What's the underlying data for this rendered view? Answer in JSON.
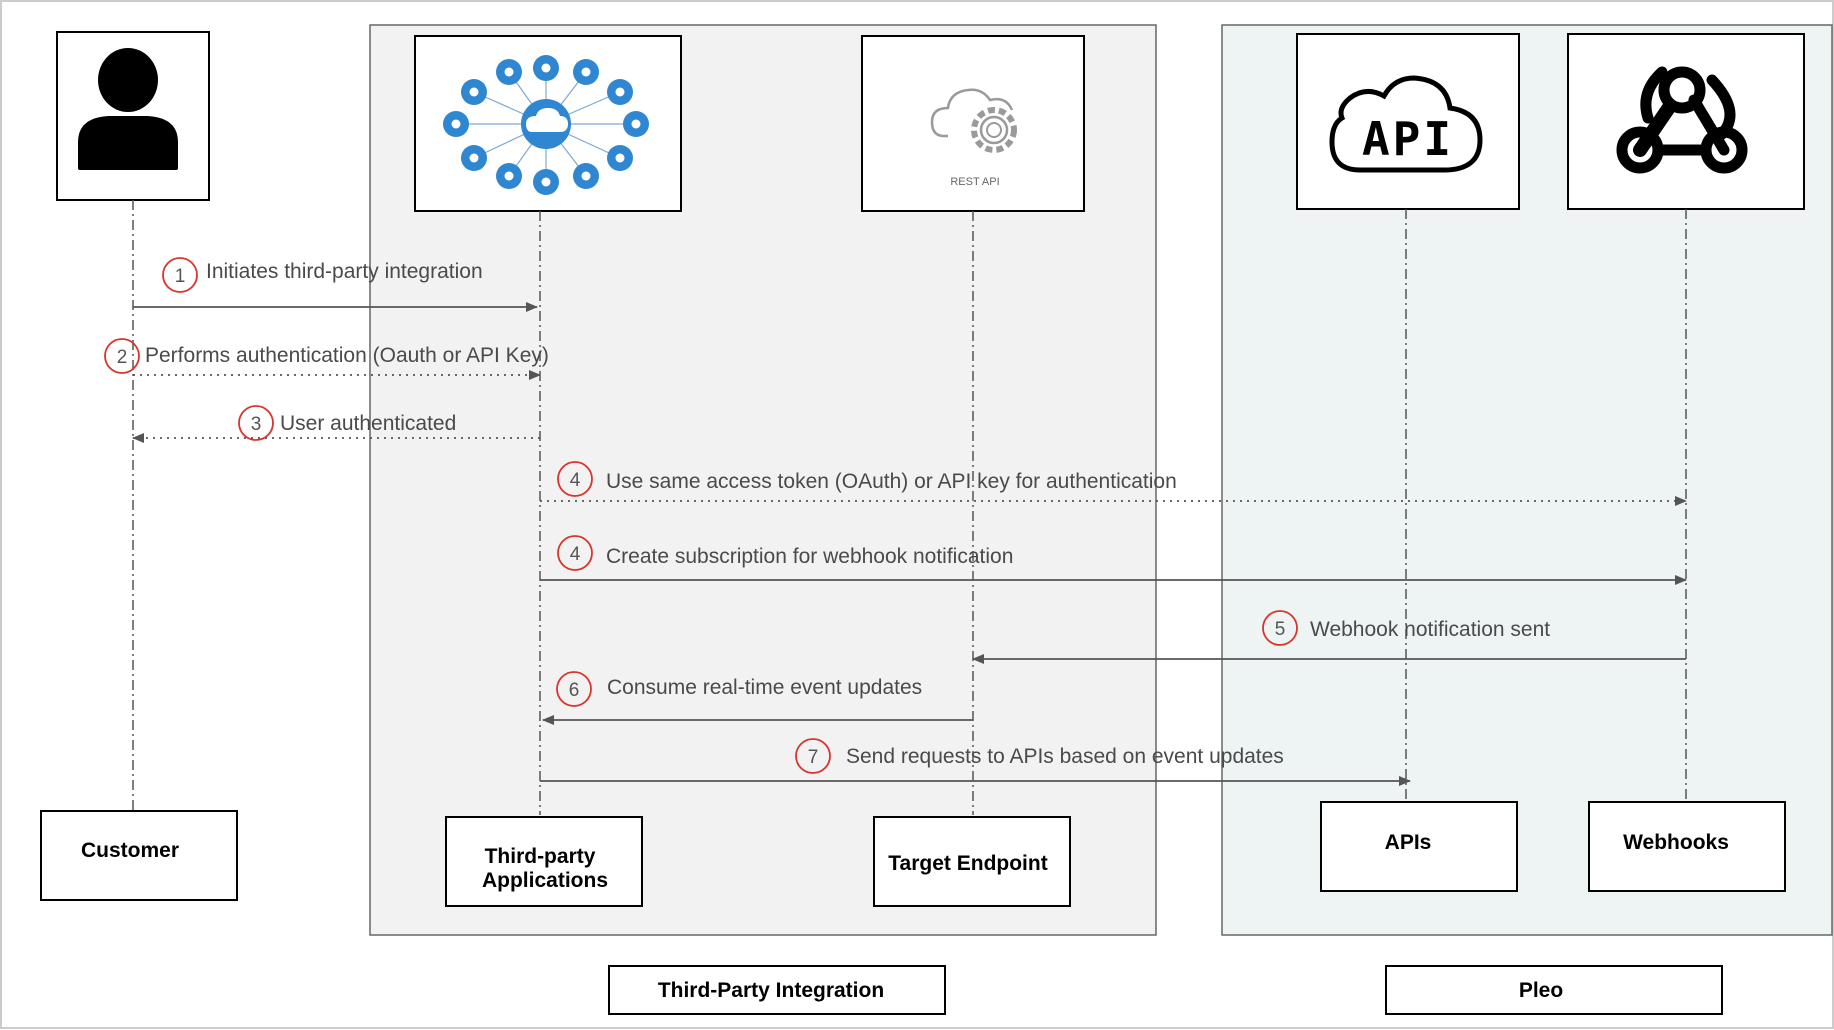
{
  "groups": [
    {
      "id": "third-party-integration",
      "label": "Third-Party Integration",
      "fill": "#f2f2f2"
    },
    {
      "id": "pleo",
      "label": "Pleo",
      "fill": "#edf4f3"
    }
  ],
  "actors": [
    {
      "id": "customer",
      "label": "Customer",
      "icon": "person-icon"
    },
    {
      "id": "third-party",
      "label_lines": [
        "Third-party",
        "Applications"
      ],
      "icon": "cloud-network-icon"
    },
    {
      "id": "target",
      "label": "Target Endpoint",
      "icon": "rest-api-cloud-gear-icon",
      "icon_caption": "REST API"
    },
    {
      "id": "apis",
      "label": "APIs",
      "icon": "api-cloud-icon",
      "icon_text": "API"
    },
    {
      "id": "webhooks",
      "label": "Webhooks",
      "icon": "webhook-icon"
    }
  ],
  "messages": [
    {
      "step": "1",
      "text": "Initiates third-party integration",
      "from": "customer",
      "to": "third-party",
      "style": "solid"
    },
    {
      "step": "2",
      "text": "Performs authentication (Oauth or API Key)",
      "from": "customer",
      "to": "third-party",
      "style": "dotted"
    },
    {
      "step": "3",
      "text": "User authenticated",
      "from": "third-party",
      "to": "customer",
      "style": "dotted"
    },
    {
      "step": "4",
      "text": "Use same access token (OAuth) or API key for authentication",
      "from": "third-party",
      "to": "webhooks",
      "style": "dotted"
    },
    {
      "step": "4",
      "text": "Create subscription for webhook notification",
      "from": "third-party",
      "to": "webhooks",
      "style": "solid"
    },
    {
      "step": "5",
      "text": "Webhook notification sent",
      "from": "webhooks",
      "to": "target",
      "style": "solid"
    },
    {
      "step": "6",
      "text": "Consume real-time event updates",
      "from": "target",
      "to": "third-party",
      "style": "solid"
    },
    {
      "step": "7",
      "text": "Send requests to APIs based on event updates",
      "from": "third-party",
      "to": "apis",
      "style": "solid"
    }
  ],
  "colors": {
    "step_circle": "#d9342b",
    "arrow": "#555555",
    "lifeline": "#555555",
    "icon_blue": "#2f86d1"
  }
}
